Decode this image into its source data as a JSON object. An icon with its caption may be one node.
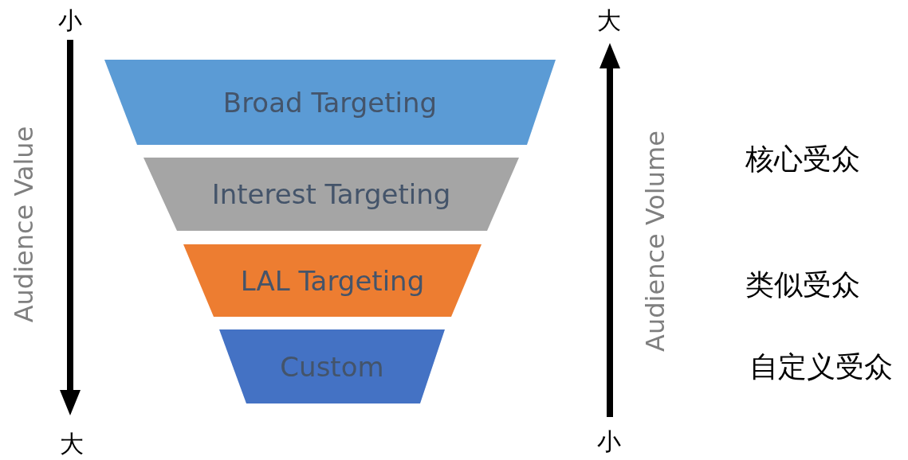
{
  "diagram": {
    "nodes": [
      {
        "text": [
          "Broad Targeting"
        ]
      },
      {
        "text": [
          "Interest Targeting"
        ]
      },
      {
        "text": [
          "LAL Targeting"
        ]
      },
      {
        "text": [
          "Custom"
        ]
      }
    ],
    "labels": [
      "小",
      "Audience Value",
      "大",
      "大",
      "Audience Volume",
      "小",
      "核心受众",
      "类似受众",
      "自定义受众"
    ]
  }
}
